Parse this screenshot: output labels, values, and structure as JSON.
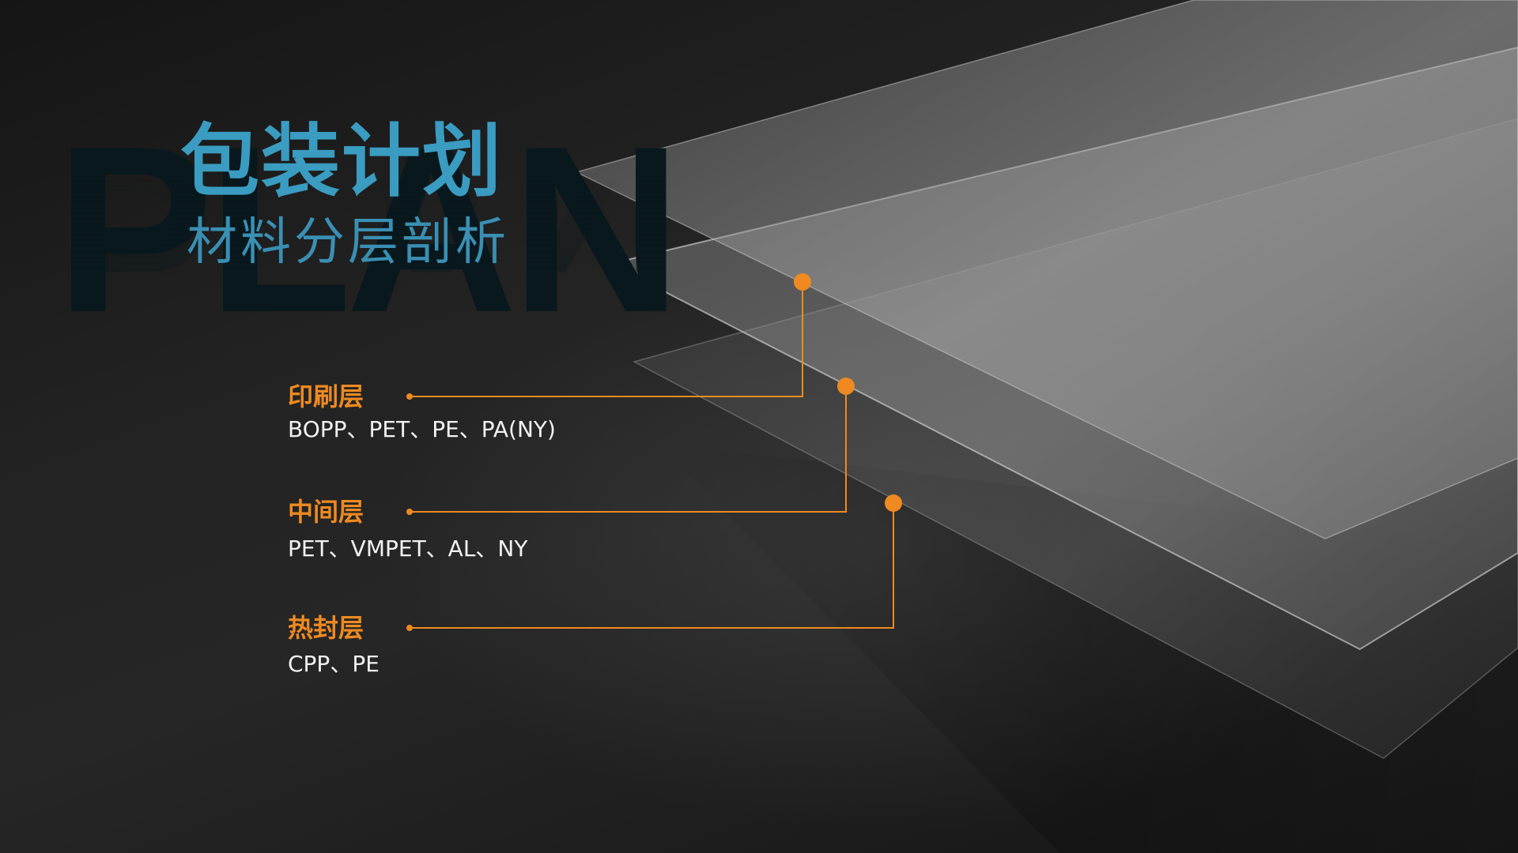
{
  "watermark": "PLAN",
  "title": "包装计划",
  "subtitle": "材料分层剖析",
  "layers": [
    {
      "name": "印刷层",
      "materials": "BOPP、PET、PE、PA(NY)"
    },
    {
      "name": "中间层",
      "materials": "PET、VMPET、AL、NY"
    },
    {
      "name": "热封层",
      "materials": "CPP、PE"
    }
  ],
  "colors": {
    "accent": "#ee8a21",
    "title": "#3a9cc0",
    "text": "#f2f2f2",
    "background": "#1b1b1b"
  }
}
